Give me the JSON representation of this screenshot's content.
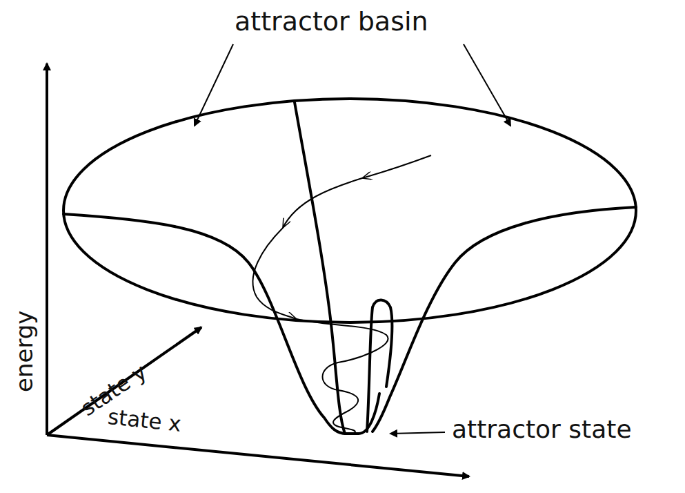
{
  "diagram": {
    "labels": [
      "attractor basin",
      "attractor state",
      "energy",
      "state y",
      "state x"
    ]
  }
}
